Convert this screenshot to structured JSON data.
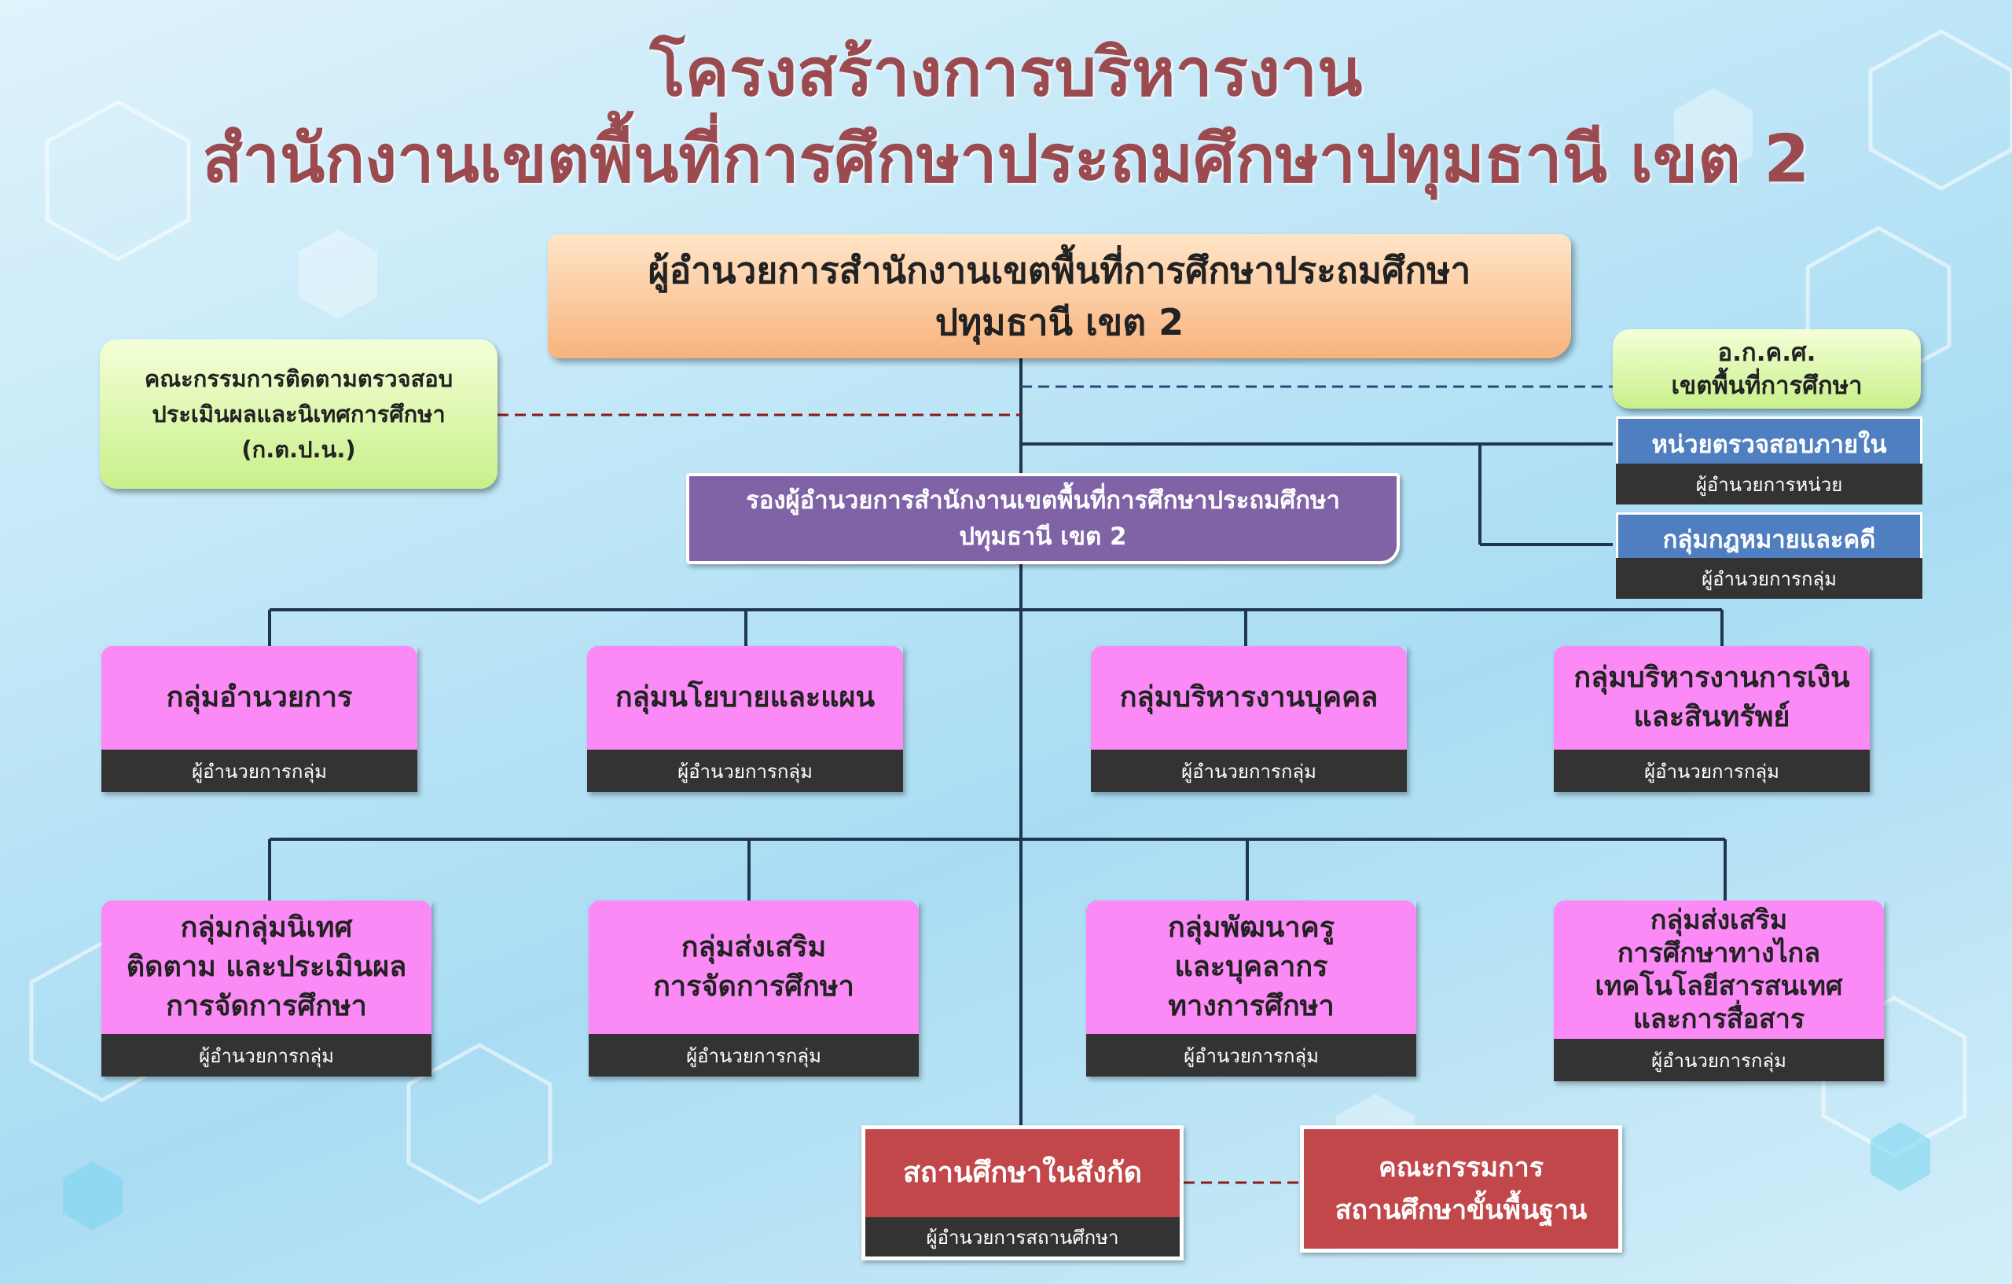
{
  "title": {
    "line1": "โครงสร้างการบริหารงาน",
    "line2": "สำนักงานเขตพื้นที่การศึกษาประถมศึกษาปทุมธานี เขต 2"
  },
  "director": "ผู้อำนวยการสำนักงานเขตพื้นที่การศึกษาประถมศึกษา\nปทุมธานี เขต 2",
  "committee_kpn": "คณะกรรมการติดตามตรวจสอบ\nประเมินผลและนิเทศการศึกษา\n(ก.ต.ป.น.)",
  "okks": "อ.ก.ค.ศ.\nเขตพื้นที่การศึกษา",
  "deputy": "รองผู้อำนวยการสำนักงานเขตพื้นที่การศึกษาประถมศึกษา\nปทุมธานี เขต 2",
  "side_units": [
    {
      "name": "หน่วยตรวจสอบภายใน",
      "head": "ผู้อำนวยการหน่วย"
    },
    {
      "name": "กลุ่มกฎหมายและคดี",
      "head": "ผู้อำนวยการกลุ่ม"
    }
  ],
  "groups_row1": [
    {
      "name": "กลุ่มอำนวยการ",
      "head": "ผู้อำนวยการกลุ่ม"
    },
    {
      "name": "กลุ่มนโยบายและแผน",
      "head": "ผู้อำนวยการกลุ่ม"
    },
    {
      "name": "กลุ่มบริหารงานบุคคล",
      "head": "ผู้อำนวยการกลุ่ม"
    },
    {
      "name": "กลุ่มบริหารงานการเงิน\nและสินทรัพย์",
      "head": "ผู้อำนวยการกลุ่ม"
    }
  ],
  "groups_row2": [
    {
      "name": "กลุ่มกลุ่มนิเทศ\nติดตาม และประเมินผล\nการจัดการศึกษา",
      "head": "ผู้อำนวยการกลุ่ม"
    },
    {
      "name": "กลุ่มส่งเสริม\nการจัดการศึกษา",
      "head": "ผู้อำนวยการกลุ่ม"
    },
    {
      "name": "กลุ่มพัฒนาครู\nและบุคลากร\nทางการศึกษา",
      "head": "ผู้อำนวยการกลุ่ม"
    },
    {
      "name": "กลุ่มส่งเสริม\nการศึกษาทางไกล\nเทคโนโลยีสารสนเทศ\nและการสื่อสาร",
      "head": "ผู้อำนวยการกลุ่ม"
    }
  ],
  "school": {
    "name": "สถานศึกษาในสังกัด",
    "head": "ผู้อำนวยการสถานศึกษา"
  },
  "school_board": "คณะกรรมการ\nสถานศึกษาขั้นพื้นฐาน",
  "colors": {
    "title": "#9b4a4f",
    "director": "#f8b37d",
    "committee": "#c9f08a",
    "deputy": "#7f63a6",
    "side_unit": "#4f7fc1",
    "group": "#fb8af7",
    "school": "#c1474a",
    "line": "#1f3550"
  }
}
